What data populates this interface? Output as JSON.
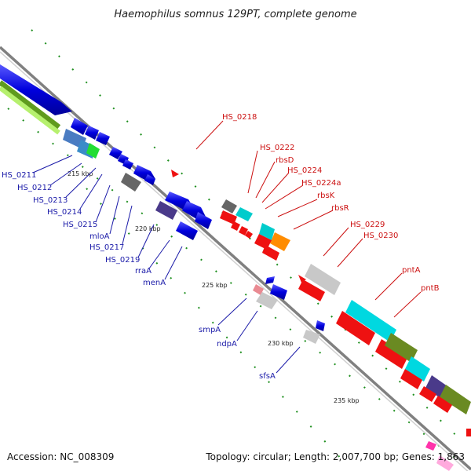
{
  "title": "Haemophilus somnus 129PT, complete genome",
  "footer": {
    "accession": "Accession: NC_008309",
    "topology": "Topology: circular; Length: 2,007,700 bp; Genes: 1,863"
  },
  "ticks": [
    "215 kbp",
    "220 kbp",
    "225 kbp",
    "230 kbp",
    "235 kbp"
  ],
  "labels_left": [
    "HS_0211",
    "HS_0212",
    "HS_0213",
    "HS_0214",
    "HS_0215",
    "mloA",
    "HS_0217",
    "HS_0219",
    "rraA",
    "menA",
    "smpA",
    "ndpA",
    "sfsA"
  ],
  "labels_right": [
    "HS_0218",
    "HS_0222",
    "rbsD",
    "HS_0224",
    "HS_0224a",
    "rbsK",
    "rbsR",
    "HS_0229",
    "HS_0230",
    "pntA",
    "pntB"
  ],
  "colors": {
    "forward": "#1010e0",
    "reverse": "#ee1111",
    "leftLabel": "#1a1aa8",
    "rightLabel": "#cc1111",
    "backbone": "#808080",
    "tickDot": "#1e8f1e"
  }
}
